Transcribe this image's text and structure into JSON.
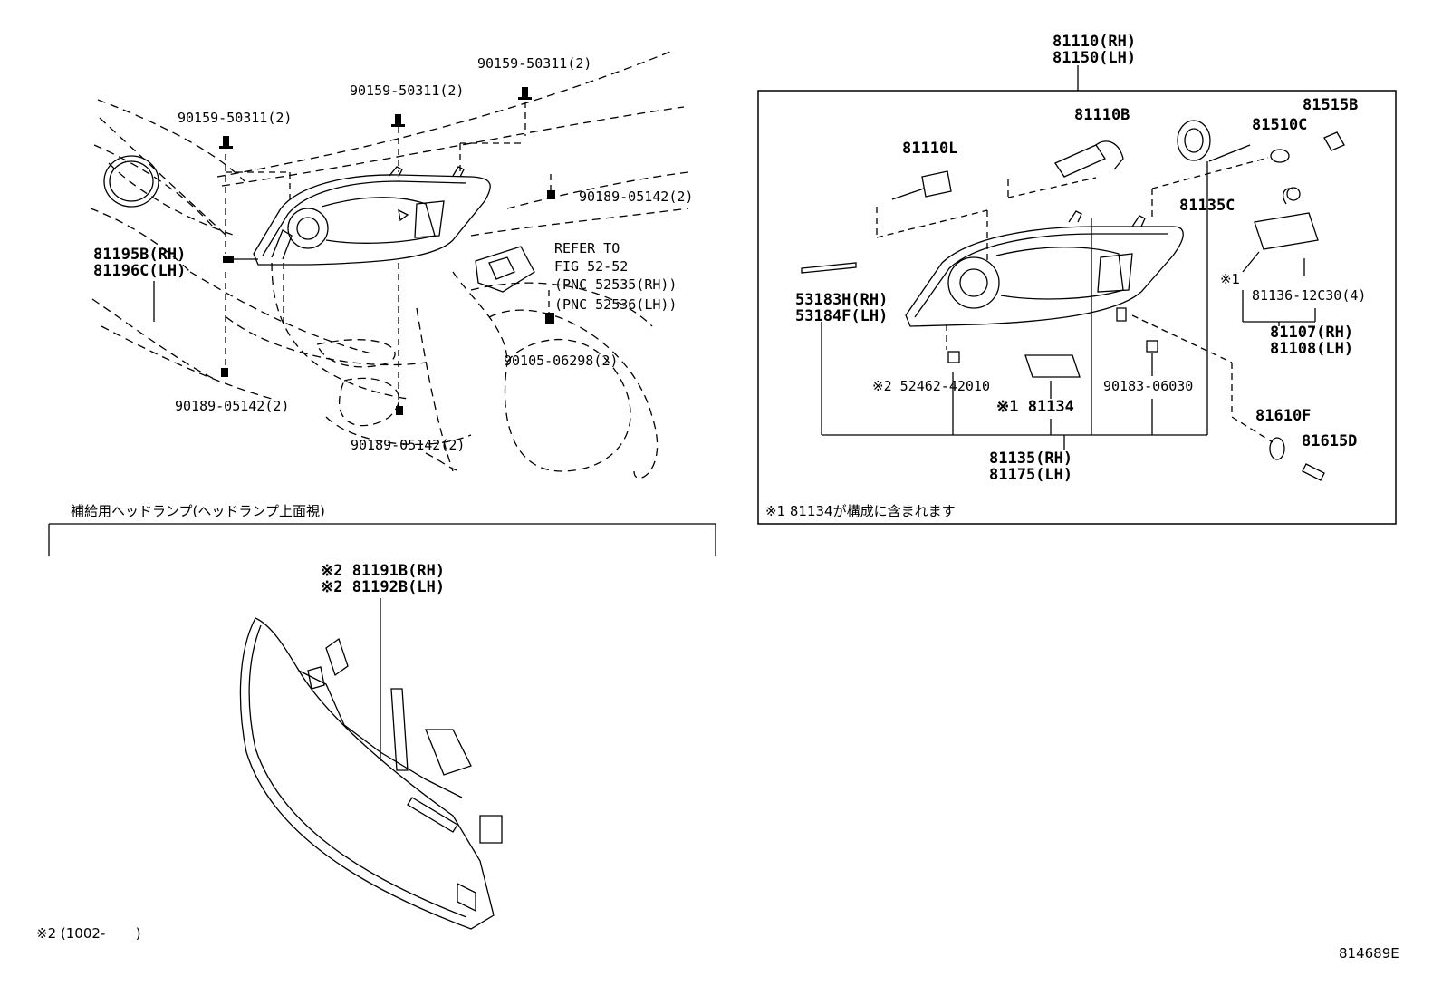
{
  "diagram": {
    "callouts": {
      "p9015950311_a": "90159-50311(2)",
      "p9015950311_b": "90159-50311(2)",
      "p9015950311_c": "90159-50311(2)",
      "p9018905142_a": "90189-05142(2)",
      "p9018905142_b": "90189-05142(2)",
      "p9018905142_c": "90189-05142(2)",
      "p81195b": "81195B(RH)",
      "p81196c": "81196C(LH)",
      "refer1": "REFER TO",
      "refer2": "FIG 52-52",
      "pnc1": "(PNC 52535(RH))",
      "pnc2": "(PNC 52536(LH))",
      "p9010506298": "90105-06298(2)"
    },
    "assembly": {
      "title_rh": "81110(RH)",
      "title_lh": "81150(LH)",
      "p81110b": "81110B",
      "p81110l": "81110L",
      "p81515b": "81515B",
      "p81510c": "81510C",
      "p81135c": "81135C",
      "p53183h": "53183H(RH)",
      "p53184f": "53184F(LH)",
      "mark1": "※1",
      "p8113612c30": "81136-12C30(4)",
      "p81107": "81107(RH)",
      "p81108": "81108(LH)",
      "p5246242010": "※2 52462-42010",
      "p81134": "※1 81134",
      "p9018306030": "90183-06030",
      "p81610f": "81610F",
      "p81615d": "81615D",
      "p81135": "81135(RH)",
      "p81175": "81175(LH)",
      "note": "※1 81134が構成に含まれます"
    },
    "service": {
      "heading": "補給用ヘッドランプ(ヘッドランプ上面視)",
      "p81191b": "※2 81191B(RH)",
      "p81192b": "※2 81192B(LH)"
    },
    "footnote": "※2 (1002-       )",
    "figure_id": "814689E"
  }
}
